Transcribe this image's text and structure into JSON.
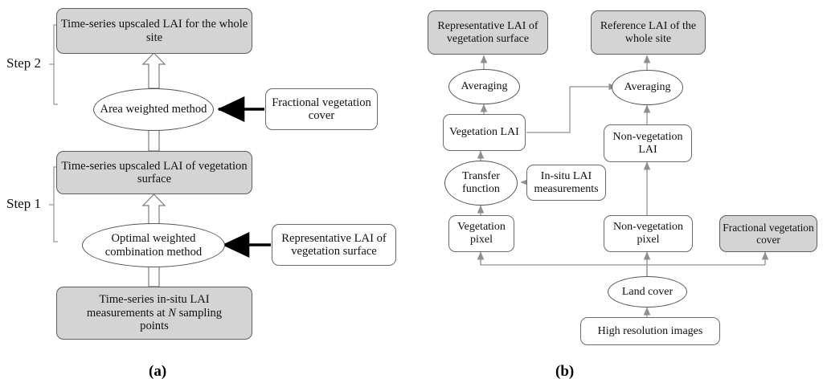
{
  "figure": {
    "panels": [
      {
        "id": "a",
        "caption": "(a)",
        "steps": [
          {
            "label": "Step 2"
          },
          {
            "label": "Step 1"
          }
        ],
        "nodes": {
          "upscaled_whole_site": "Time-series upscaled LAI for the whole site",
          "area_weighted_method": "Area weighted method",
          "fractional_vegetation_cover": "Fractional vegetation cover",
          "upscaled_vegetation_surface": "Time-series upscaled LAI of vegetation surface",
          "optimal_weighted_combination": "Optimal weighted combination method",
          "representative_lai": "Representative LAI of vegetation surface",
          "in_situ_measurements_line1": "Time-series in-situ LAI",
          "in_situ_measurements_line2a": "measurements at ",
          "in_situ_measurements_n": "N",
          "in_situ_measurements_line2b": " sampling",
          "in_situ_measurements_line3": "points"
        }
      },
      {
        "id": "b",
        "caption": "(b)",
        "nodes": {
          "representative_lai": "Representative LAI of vegetation surface",
          "reference_lai": "Reference LAI of the whole site",
          "averaging_left": "Averaging",
          "averaging_right": "Averaging",
          "vegetation_lai": "Vegetation LAI",
          "non_vegetation_lai": "Non-vegetation LAI",
          "transfer_function": "Transfer function",
          "in_situ_lai_measurements": "In-situ LAI measurements",
          "vegetation_pixel": "Vegetation pixel",
          "non_vegetation_pixel": "Non-vegetation pixel",
          "fractional_vegetation_cover": "Fractional vegetation cover",
          "land_cover": "Land cover",
          "high_resolution_images": "High resolution images"
        }
      }
    ],
    "colors": {
      "shaded_fill": "#d4d4d4",
      "node_stroke": "#6a6a6a",
      "thin_connector": "#8f8f8f",
      "thick_connector": "#000000",
      "background": "#ffffff"
    }
  }
}
